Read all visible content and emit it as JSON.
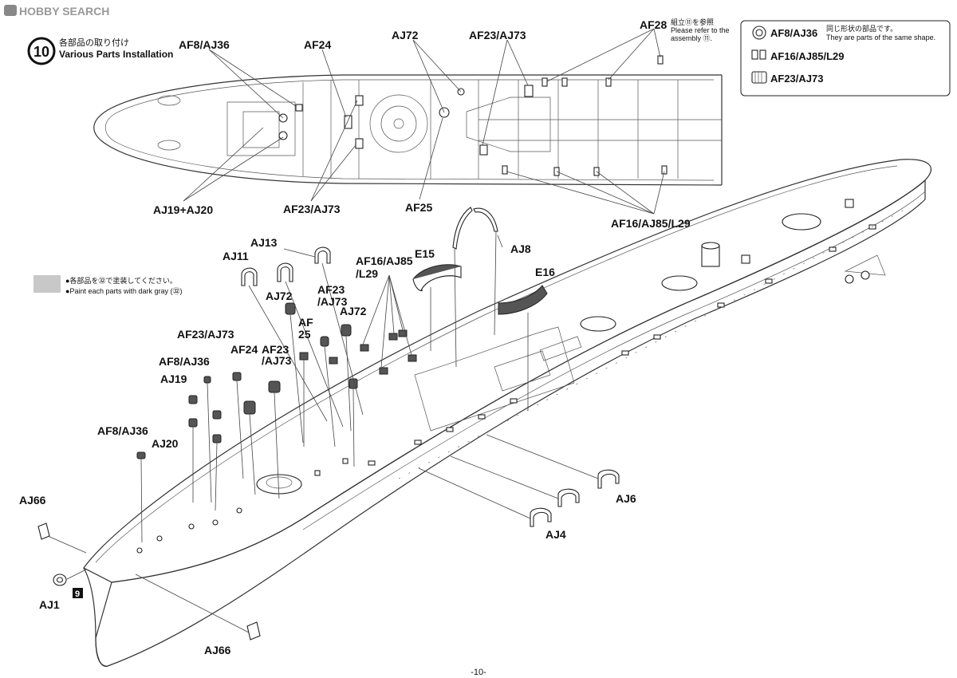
{
  "watermark": "HOBBY SEARCH",
  "step": {
    "number": "10",
    "title_jp": "各部品の取り付け",
    "title_en": "Various Parts Installation"
  },
  "legend": {
    "items": [
      {
        "label": "AF8/AJ36",
        "icon": "ring-part-icon"
      },
      {
        "label": "AF16/AJ85/L29",
        "icon": "bracket-part-icon"
      },
      {
        "label": "AF23/AJ73",
        "icon": "drum-part-icon"
      }
    ],
    "note_jp": "同じ形状の部品です。",
    "note_en": "They are parts of the same shape."
  },
  "refer_note": {
    "jp": "組立⑪を参照",
    "en_line1": "Please refer to the",
    "en_line2": "assembly ⑪."
  },
  "paint_note": {
    "jp": "●各部品を㉜で塗装してください。",
    "en": "●Paint each parts with dark gray (㉜)",
    "swatch_color": "#c8c8c8"
  },
  "top_labels": {
    "af8_aj36": "AF8/AJ36",
    "af24": "AF24",
    "aj72": "AJ72",
    "af23_aj73": "AF23/AJ73",
    "af28": "AF28",
    "aj19_aj20": "AJ19+AJ20",
    "af23_aj73_b": "AF23/AJ73",
    "af25": "AF25",
    "af16_aj85_l29": "AF16/AJ85/L29"
  },
  "main_labels": {
    "aj13": "AJ13",
    "aj11": "AJ11",
    "af16_1": "AF16/AJ85",
    "af16_2": "/L29",
    "e15": "E15",
    "aj8": "AJ8",
    "e16": "E16",
    "aj72a": "AJ72",
    "af23a_1": "AF23",
    "af23a_2": "/AJ73",
    "aj72b": "AJ72",
    "af25_1": "AF",
    "af25_2": "25",
    "af23b": "AF23/AJ73",
    "af24": "AF24",
    "af23c_1": "AF23",
    "af23c_2": "/AJ73",
    "af8a": "AF8/AJ36",
    "aj19": "AJ19",
    "af8b": "AF8/AJ36",
    "aj20": "AJ20",
    "aj66a": "AJ66",
    "aj1": "AJ1",
    "nine": "9",
    "aj66b": "AJ66",
    "aj6": "AJ6",
    "aj4": "AJ4"
  },
  "page_number": "-10-"
}
